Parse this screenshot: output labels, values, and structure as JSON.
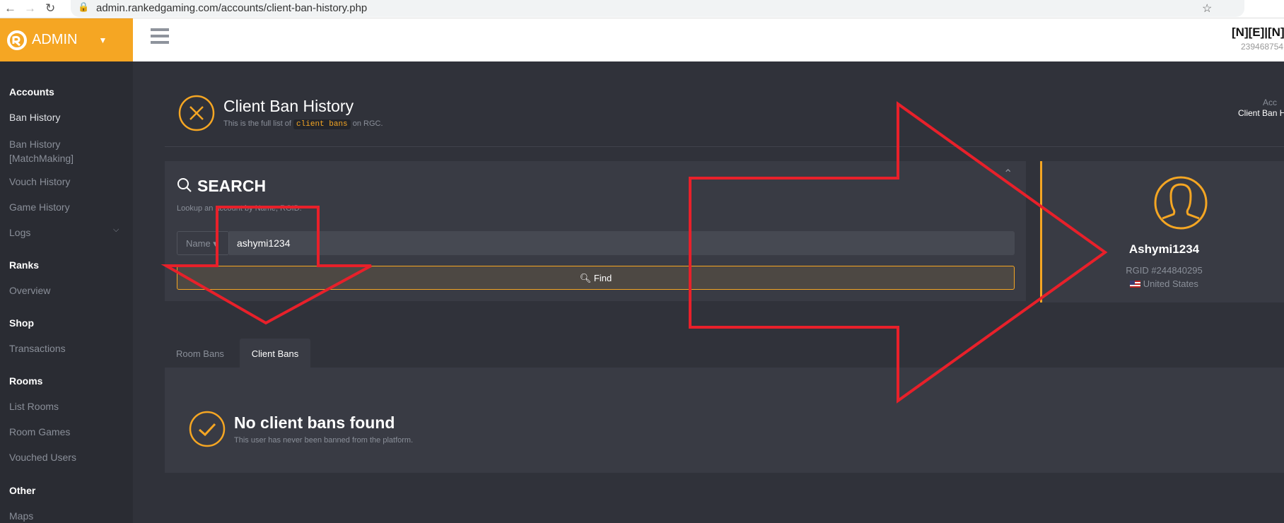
{
  "browser": {
    "url": "admin.rankedgaming.com/accounts/client-ban-history.php"
  },
  "brand": {
    "label": "ADMIN"
  },
  "header_user": {
    "name": "[N][E]|[N][E]",
    "id": "239468754"
  },
  "sidebar": [
    {
      "label": "Accounts",
      "heading": true
    },
    {
      "label": "Ban History",
      "active": true
    },
    {
      "label": "Ban History [MatchMaking]"
    },
    {
      "label": "Vouch History"
    },
    {
      "label": "Game History"
    },
    {
      "label": "Logs"
    },
    {
      "label": "Ranks",
      "heading": true
    },
    {
      "label": "Overview"
    },
    {
      "label": "Shop",
      "heading": true
    },
    {
      "label": "Transactions"
    },
    {
      "label": "Rooms",
      "heading": true
    },
    {
      "label": "List Rooms"
    },
    {
      "label": "Room Games"
    },
    {
      "label": "Vouched Users"
    },
    {
      "label": "Other",
      "heading": true
    },
    {
      "label": "Maps"
    }
  ],
  "page": {
    "title": "Client Ban History",
    "subtitle_pre": "This is the full list of",
    "subtitle_code": "client bans",
    "subtitle_post": "on RGC.",
    "breadcrumb_parent": "Acc",
    "breadcrumb_current": "Client Ban H"
  },
  "search": {
    "title": "SEARCH",
    "hint": "Lookup an account by Name, RGID.",
    "type": "Name",
    "value": "ashymi1234",
    "find": "Find"
  },
  "profile": {
    "name": "Ashymi1234",
    "rgid": "RGID #244840295",
    "country": "United States"
  },
  "tabs": [
    "Room Bans",
    "Client Bans"
  ],
  "result": {
    "title": "No client bans found",
    "message": "This user has never been banned from the platform."
  },
  "colors": {
    "accent": "#f5a623",
    "annotation": "#e8202a"
  }
}
